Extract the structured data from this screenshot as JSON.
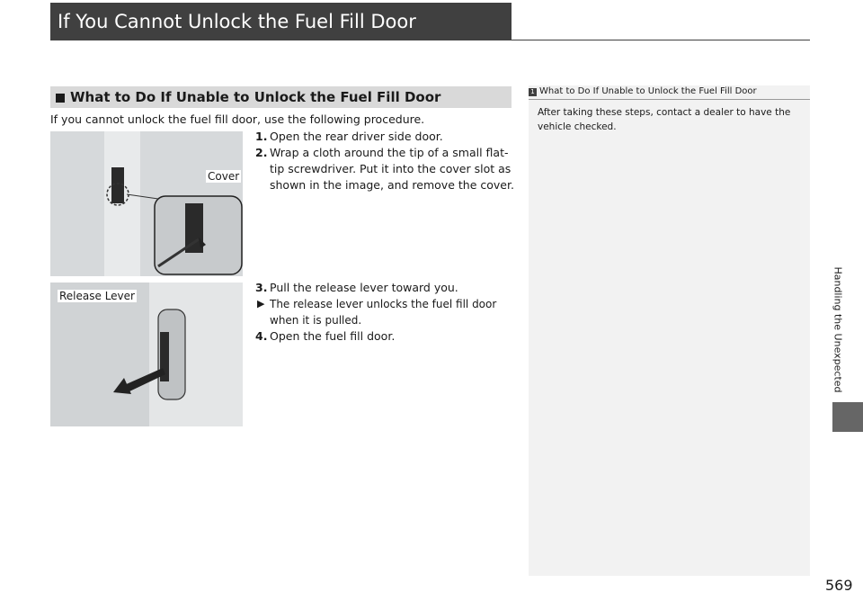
{
  "title": "If You Cannot Unlock the Fuel Fill Door",
  "section_heading": "What to Do If Unable to Unlock the Fuel Fill Door",
  "intro": "If you cannot unlock the fuel fill door, use the following procedure.",
  "steps": [
    {
      "num": "1.",
      "lines": [
        "Open the rear driver side door."
      ]
    },
    {
      "num": "2.",
      "lines": [
        "Wrap a cloth around the tip of a small flat-",
        "tip screwdriver. Put it into the cover slot as",
        "shown in the image, and remove the cover."
      ]
    },
    {
      "num": "3.",
      "lines": [
        "Pull the release lever toward you."
      ]
    },
    {
      "num": "4.",
      "lines": [
        "Open the fuel fill door."
      ]
    }
  ],
  "step3_sub": [
    "The release lever unlocks the fuel fill door",
    "when it is pulled."
  ],
  "callouts": {
    "cover": "Cover",
    "release_lever": "Release Lever"
  },
  "side_note": {
    "heading": "What to Do If Unable to Unlock the Fuel Fill Door",
    "body": [
      "After taking these steps, contact a dealer to have the",
      "vehicle checked."
    ]
  },
  "side_tab": "Handling the Unexpected",
  "page_number": "569",
  "colors": {
    "title_bar": "#404040",
    "section_bar": "#d9d9d9",
    "side_panel": "#f2f2f2",
    "tab": "#666666"
  },
  "icons": {
    "step_arrow": "triangle-right-icon"
  }
}
